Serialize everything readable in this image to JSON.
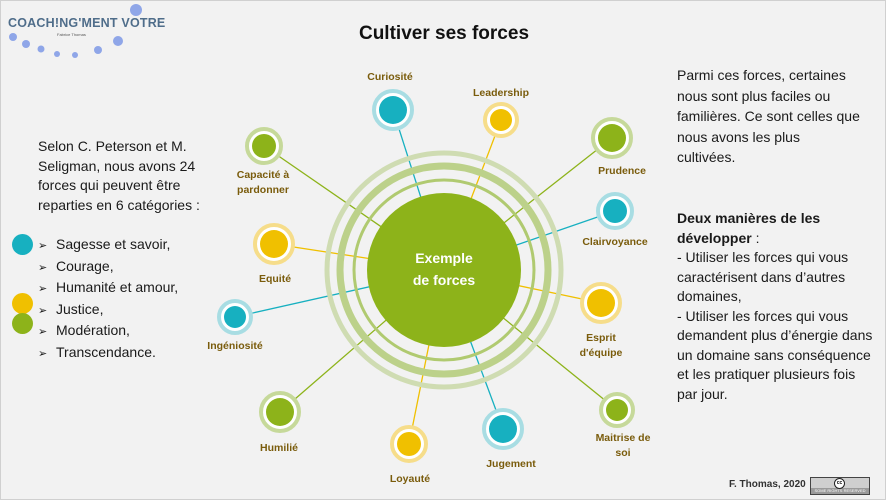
{
  "logo": {
    "text": "COACH!NG'MENT VOTRE",
    "subtitle": "Fabrice Thomas"
  },
  "title": "Cultiver ses forces",
  "center": {
    "line1": "Exemple",
    "line2": "de forces"
  },
  "colors": {
    "teal": "#17b0c0",
    "yellow": "#f0c000",
    "green": "#8db31a",
    "label": "#7a5c0c",
    "logo_dots": "#8fa6e8"
  },
  "strengths": [
    {
      "name": "curiosite",
      "lines": [
        "Curiosité"
      ],
      "color": "teal"
    },
    {
      "name": "leadership",
      "lines": [
        "Leadership"
      ],
      "color": "yellow"
    },
    {
      "name": "prudence",
      "lines": [
        "Prudence"
      ],
      "color": "green"
    },
    {
      "name": "clairvoyance",
      "lines": [
        "Clairvoyance"
      ],
      "color": "teal"
    },
    {
      "name": "esprit-equipe",
      "lines": [
        "Esprit",
        "d'équipe"
      ],
      "color": "yellow"
    },
    {
      "name": "maitrise-de-soi",
      "lines": [
        "Maitrise de",
        "soi"
      ],
      "color": "green"
    },
    {
      "name": "jugement",
      "lines": [
        "Jugement"
      ],
      "color": "teal"
    },
    {
      "name": "loyaute",
      "lines": [
        "Loyauté"
      ],
      "color": "yellow"
    },
    {
      "name": "humilie",
      "lines": [
        "Humilié"
      ],
      "color": "green"
    },
    {
      "name": "ingeniosite",
      "lines": [
        "Ingéniosité"
      ],
      "color": "teal"
    },
    {
      "name": "equite",
      "lines": [
        "Equité"
      ],
      "color": "yellow"
    },
    {
      "name": "capacite-a-pardonner",
      "lines": [
        "Capacité à",
        "pardonner"
      ],
      "color": "green"
    }
  ],
  "left": {
    "intro": "Selon C. Peterson et M. Seligman, nous avons 24 forces qui peuvent être reparties en 6 catégories :",
    "categories": [
      "Sagesse et savoir,",
      "Courage,",
      "Humanité et amour,",
      "Justice,",
      "Modération,",
      "Transcendance."
    ]
  },
  "right": {
    "paragraph": "Parmi ces forces, certaines nous sont plus faciles ou familières. Ce sont celles que nous avons les plus cultivées.",
    "heading": "Deux manières de les développer",
    "heading_suffix": " :",
    "bullet1": "- Utiliser les forces qui vous caractérisent dans d’autres domaines,",
    "bullet2": "- Utiliser les forces qui vous demandent plus d’énergie dans un domaine sans conséquence et les pratiquer plusieurs fois par jour."
  },
  "footer": {
    "author": "F. Thomas, 2020",
    "license": "SOME RIGHTS RESERVED"
  }
}
